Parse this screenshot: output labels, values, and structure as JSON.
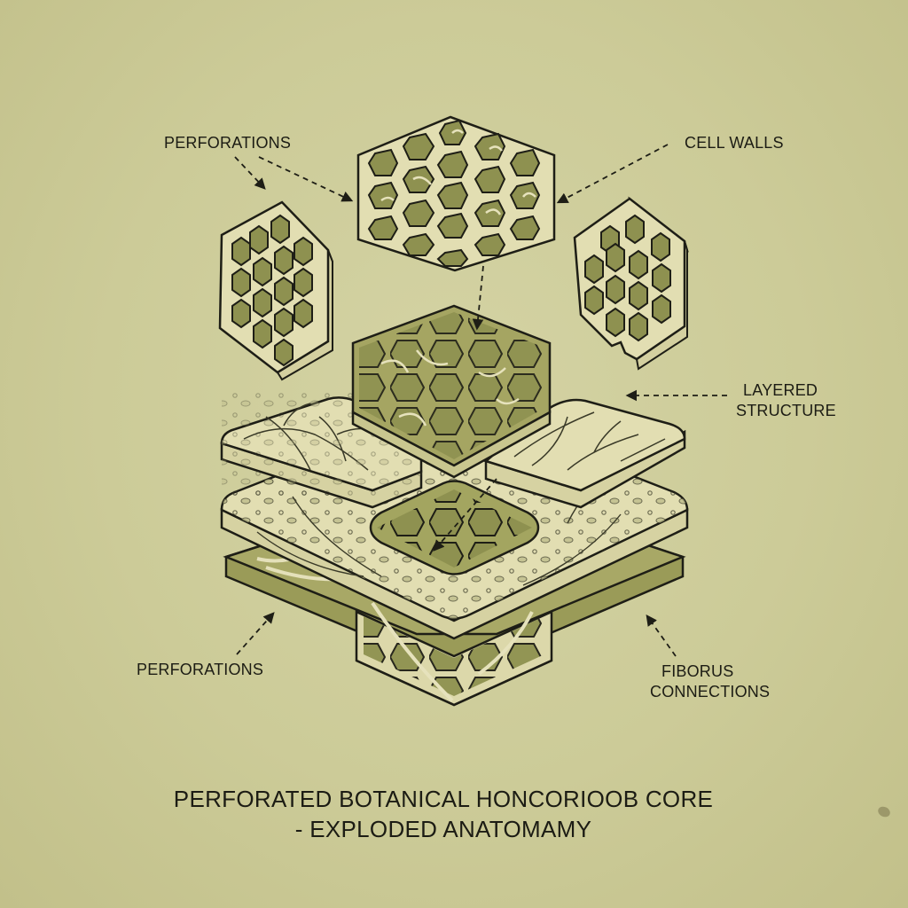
{
  "diagram": {
    "title_line1": "PERFORATED BOTANICAL HONCORIOOB CORE",
    "title_line2": "- EXPLODED ANATOMAMY",
    "labels": {
      "perforations_top": "PERFORATIONS",
      "cell_walls": "CELL WALLS",
      "layered_structure_1": "LAYERED",
      "layered_structure_2": "STRUCTURE",
      "perforations_bottom": "PERFORATIONS",
      "fibrous_connections_1": "FIBORUS",
      "fibrous_connections_2": "CONNECTIONS"
    },
    "components": [
      "top-hexagonal-plate",
      "left-hexagonal-plate",
      "right-hexagonal-plate",
      "center-dark-hexagonal-plate",
      "upper-left-fibrous-slab",
      "upper-right-fibrous-slab",
      "middle-perforated-slab",
      "bottom-dark-base-layer",
      "bottom-honeycomb-core"
    ],
    "colors": {
      "background": "#cfcd9c",
      "plate_light": "#e2deb2",
      "plate_dark": "#9b9b56",
      "cell_fill": "#8e9150",
      "outline": "#1e1e16",
      "vein": "#e8e4bf"
    }
  }
}
